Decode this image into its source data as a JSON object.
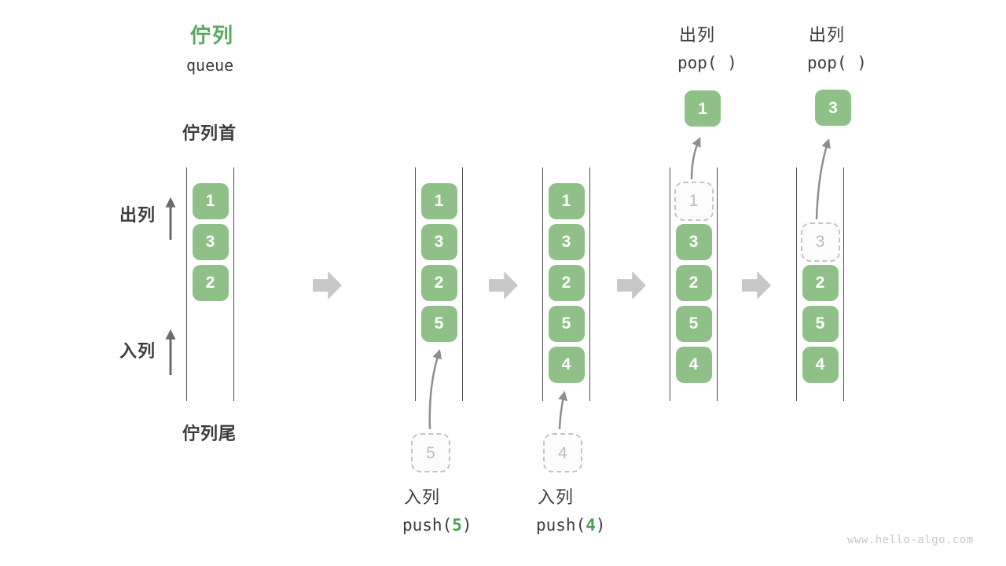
{
  "title": {
    "zh": "佇列",
    "en": "queue"
  },
  "side_labels": {
    "front": "佇列首",
    "rear": "佇列尾",
    "dequeue": "出列",
    "enqueue": "入列"
  },
  "colors": {
    "box_green": "#8FC088",
    "title_green": "#58A85D",
    "code_green": "#4B9E50",
    "text_dark": "#3C3C3C",
    "dashed_gray": "#C4C4C4",
    "thin_arrow_gray": "#8E8E8E",
    "label_arrow_gray": "#6B6B6B",
    "block_arrow_gray": "#C7C7C7"
  },
  "states": [
    {
      "name": "initial",
      "cells": [
        {
          "value": "1"
        },
        {
          "value": "3"
        },
        {
          "value": "2"
        }
      ]
    },
    {
      "name": "after-push-5",
      "cells": [
        {
          "value": "1"
        },
        {
          "value": "3"
        },
        {
          "value": "2"
        },
        {
          "value": "5"
        }
      ],
      "staged": {
        "value": "5"
      },
      "op": {
        "action": "入列",
        "fn": "push(",
        "arg": "5",
        "close": ")"
      }
    },
    {
      "name": "after-push-4",
      "cells": [
        {
          "value": "1"
        },
        {
          "value": "3"
        },
        {
          "value": "2"
        },
        {
          "value": "5"
        },
        {
          "value": "4"
        }
      ],
      "staged": {
        "value": "4"
      },
      "op": {
        "action": "入列",
        "fn": "push(",
        "arg": "4",
        "close": ")"
      }
    },
    {
      "name": "pop-1",
      "cells": [
        {
          "value": "1",
          "dashed": true
        },
        {
          "value": "3"
        },
        {
          "value": "2"
        },
        {
          "value": "5"
        },
        {
          "value": "4"
        }
      ],
      "popped": {
        "value": "1"
      },
      "op": {
        "action": "出列",
        "fn": "pop( )"
      }
    },
    {
      "name": "pop-3",
      "cells": [
        {
          "value": "3",
          "dashed": true
        },
        {
          "value": "2"
        },
        {
          "value": "5"
        },
        {
          "value": "4"
        }
      ],
      "popped": {
        "value": "3"
      },
      "op": {
        "action": "出列",
        "fn": "pop( )"
      }
    }
  ],
  "watermark": "www.hello-algo.com"
}
